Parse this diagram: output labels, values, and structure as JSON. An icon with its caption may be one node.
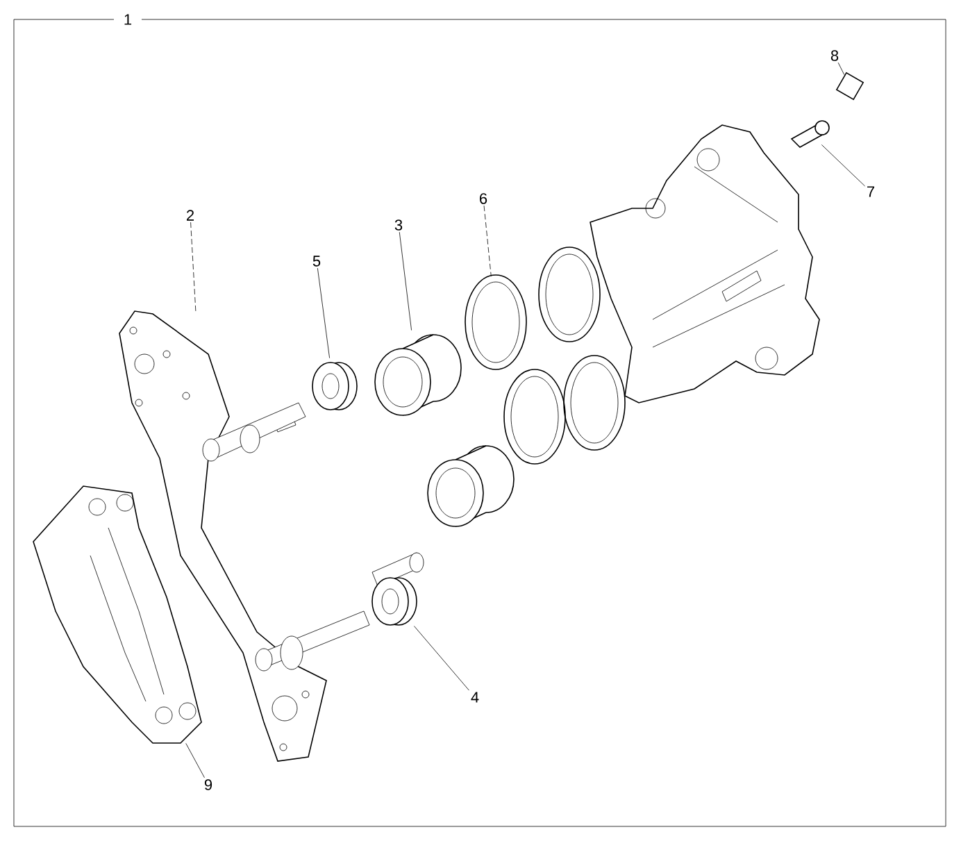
{
  "diagram": {
    "nodes": [
      {
        "text": [
          "2"
        ]
      },
      {
        "text": [],
        "shape": "picture"
      },
      {
        "text": [
          "5"
        ]
      },
      {
        "text": [],
        "shape": "picture"
      },
      {
        "text": [
          "3"
        ]
      },
      {
        "text": [],
        "shape": "picture"
      },
      {
        "text": [
          "6"
        ]
      },
      {
        "text": [],
        "shape": "picture"
      },
      {
        "text": [
          "8"
        ]
      },
      {
        "text": [],
        "shape": "picture"
      },
      {
        "text": [
          "7"
        ]
      },
      {
        "text": [],
        "shape": "picture"
      },
      {
        "text": [
          "4"
        ]
      },
      {
        "text": [],
        "shape": "picture"
      },
      {
        "text": [
          "9"
        ]
      },
      {
        "text": [],
        "shape": "picture"
      }
    ],
    "edges": [
      {
        "from": 0,
        "to": 1,
        "arrow": "none",
        "style": "dashed"
      },
      {
        "from": 2,
        "to": 3,
        "arrow": "none"
      },
      {
        "from": 4,
        "to": 5,
        "arrow": "none"
      },
      {
        "from": 6,
        "to": 7,
        "arrow": "none",
        "style": "dashed"
      },
      {
        "from": 8,
        "to": 9,
        "arrow": "none"
      },
      {
        "from": 10,
        "to": 11,
        "arrow": "none"
      },
      {
        "from": 12,
        "to": 13,
        "arrow": "none"
      },
      {
        "from": 14,
        "to": 15,
        "arrow": "none"
      }
    ],
    "labels": [
      "1"
    ]
  }
}
